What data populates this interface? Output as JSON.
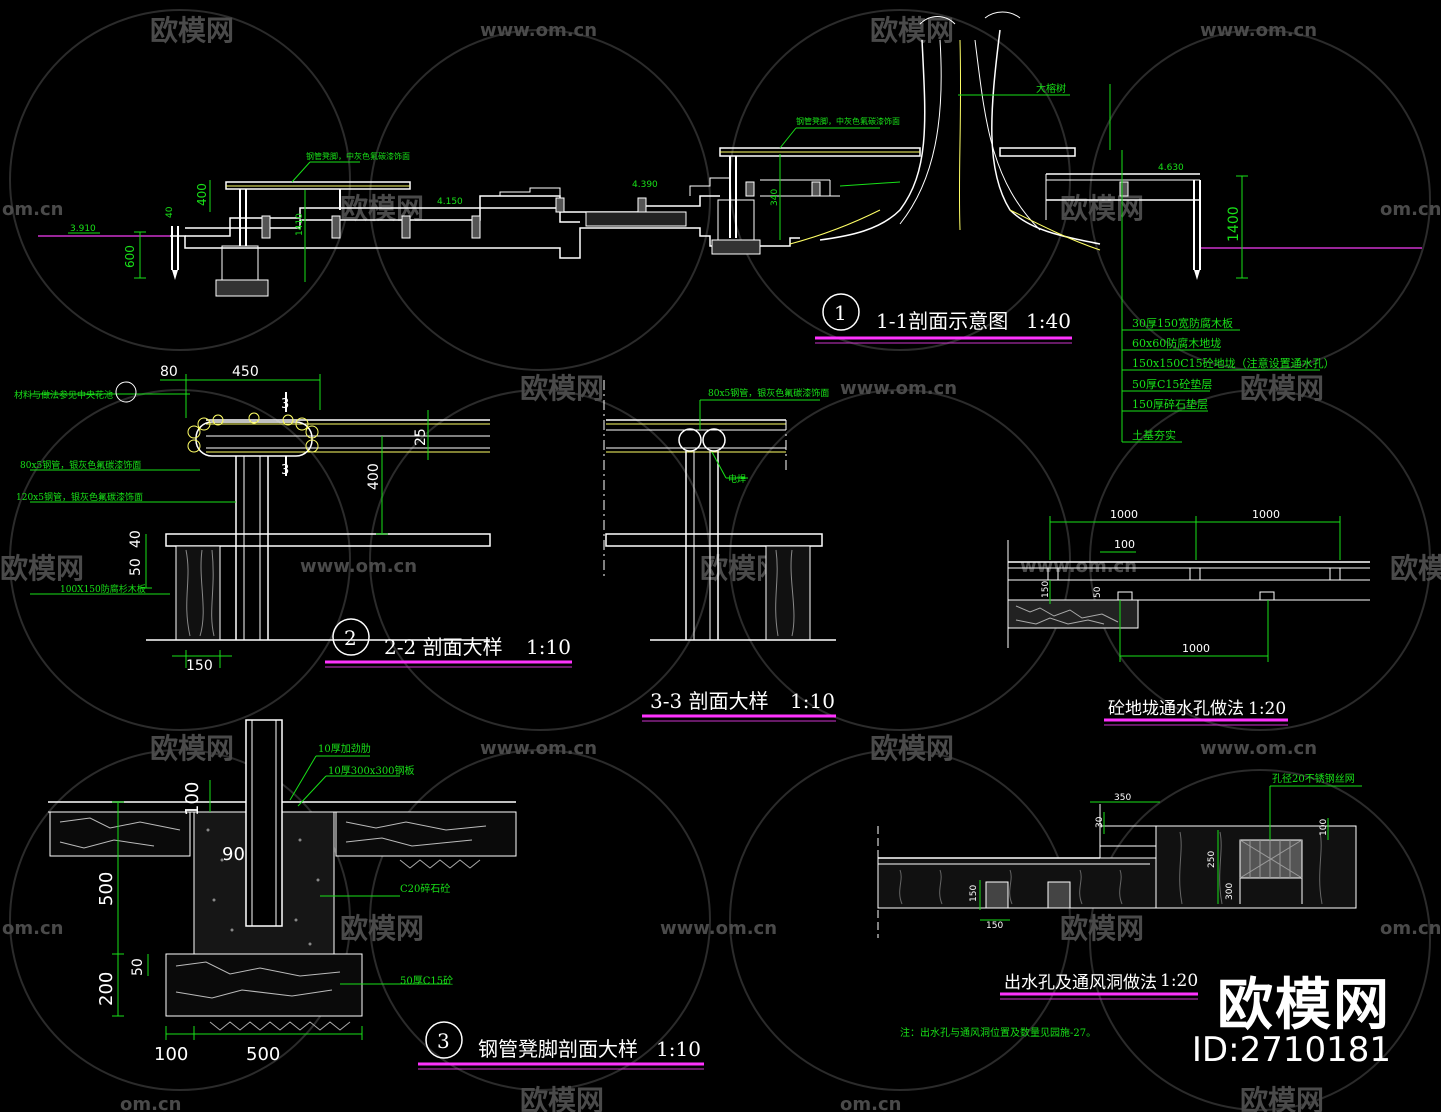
{
  "watermark": {
    "brand": "欧模网",
    "site": "www.om.cn",
    "site_short": "om.cn",
    "id": "ID:2710181"
  },
  "section11": {
    "number": "1",
    "title": "1-1剖面示意图",
    "scale": "1:40",
    "elev_left": "3.910",
    "elev_mid": "4.150",
    "elev_mid2": "4.390",
    "elev_right": "4.630",
    "dims": {
      "d600": "600",
      "d400": "400",
      "d40": "40",
      "d1410": "1410",
      "d1400": "1400",
      "d340": "340"
    },
    "notes": {
      "tree": "大榕树",
      "bench_left": "钢管凳脚，中灰色氟碳漆饰面",
      "bench_right": "钢管凳脚，中灰色氟碳漆饰面"
    }
  },
  "layers": [
    "30厚150宽防腐木板",
    "60x60防腐木地垅",
    "150x150C15砼地垅（注意设置通水孔）",
    "50厚C15砼垫层",
    "150厚碎石垫层",
    "土基夯实"
  ],
  "section22": {
    "number": "2",
    "title": "2-2 剖面大样",
    "scale": "1:10",
    "dims": {
      "d80": "80",
      "d450": "450",
      "d25": "25",
      "d400": "400",
      "d40": "40",
      "d50": "50",
      "d150": "150",
      "cut": "3"
    },
    "notes": [
      "材料与做法参见中央花池",
      "80x5钢管，银灰色氟碳漆饰面",
      "120x5钢管，银灰色氟碳漆饰面",
      "100X150防腐杉木板"
    ]
  },
  "section33": {
    "title": "3-3 剖面大样",
    "scale": "1:10",
    "notes": [
      "80x5钢管，银灰色氟碳漆饰面",
      "电焊"
    ]
  },
  "drain": {
    "title": "砼地垅通水孔做法",
    "scale": "1:20",
    "dims": {
      "top1": "1000",
      "top2": "1000",
      "d100": "100",
      "d150": "150",
      "d50": "50",
      "bottom": "1000"
    }
  },
  "footing": {
    "number": "3",
    "title": "钢管凳脚剖面大样",
    "scale": "1:10",
    "dims": {
      "d100": "100",
      "d90": "90",
      "d500": "500",
      "d50": "50",
      "d200": "200",
      "b100": "100",
      "b500": "500"
    },
    "notes": [
      "10厚加劲肋",
      "10厚300x300钢板",
      "C20碎石砼",
      "50厚C15砼"
    ]
  },
  "outlet": {
    "title": "出水孔及通风洞做法",
    "scale": "1:20",
    "dims": {
      "d350": "350",
      "d30": "30",
      "d150": "150",
      "d150b": "150",
      "d250": "250",
      "d100": "100",
      "d300": "300"
    },
    "notes": [
      "孔径20不锈钢丝网"
    ],
    "footnote": "注：出水孔与通风洞位置及数量见园施-27。"
  },
  "colors": {
    "green": "#18e018",
    "white": "#ffffff",
    "yellow": "#ffff66",
    "magenta": "#ff33ff",
    "purple": "#cc33cc",
    "grey": "#8a8a8a",
    "wmgrey": "#5a5a5a"
  }
}
